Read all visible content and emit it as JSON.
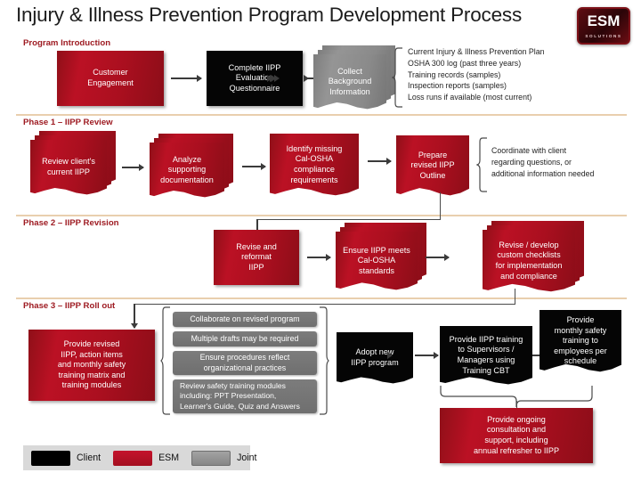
{
  "title": "Injury & Illness Prevention Program Development Process",
  "logo": {
    "name": "ESM",
    "tagline": "SOLUTIONS"
  },
  "phases": [
    {
      "id": "intro",
      "label": "Program Introduction"
    },
    {
      "id": "phase1",
      "label": "Phase 1 – IIPP Review"
    },
    {
      "id": "phase2",
      "label": "Phase 2 – IIPP Revision"
    },
    {
      "id": "phase3",
      "label": "Phase 3 – IIPP Roll out"
    }
  ],
  "intro": {
    "nodes": [
      {
        "id": "customer-engagement",
        "text": "Customer\nEngagement",
        "owner": "ESM"
      },
      {
        "id": "complete-iipp-eval",
        "text": "Complete IIPP\nEvaluation\nQuestionnaire",
        "owner": "Client"
      },
      {
        "id": "collect-background",
        "text": "Collect\nBackground\nInformation",
        "owner": "Joint"
      }
    ],
    "documents": [
      "Current Injury & Illness Prevention Plan",
      "OSHA 300 log (past three years)",
      "Training records (samples)",
      "Inspection reports (samples)",
      "Loss runs if available (most current)"
    ]
  },
  "phase1": {
    "nodes": [
      {
        "id": "review-current-iipp",
        "text": "Review client's\ncurrent IIPP",
        "owner": "ESM"
      },
      {
        "id": "analyze-supporting",
        "text": "Analyze\nsupporting\ndocumentation",
        "owner": "ESM"
      },
      {
        "id": "identify-missing",
        "text": "Identify missing\nCal-OSHA\ncompliance\nrequirements",
        "owner": "ESM"
      },
      {
        "id": "prepare-revised-iipp",
        "text": "Prepare\nrevised IIPP\nOutline",
        "owner": "ESM"
      }
    ],
    "note": [
      "Coordinate with client",
      "regarding questions, or",
      "additional information needed"
    ]
  },
  "phase2": {
    "nodes": [
      {
        "id": "revise-reformat",
        "text": "Revise and\nreformat\nIIPP",
        "owner": "ESM"
      },
      {
        "id": "ensure-iipp-meets",
        "text": "Ensure IIPP meets\nCal-OSHA\nstandards",
        "owner": "ESM"
      },
      {
        "id": "revise-checklists",
        "text": "Revise / develop\ncustom checklists\nfor implementation\nand compliance",
        "owner": "ESM"
      }
    ]
  },
  "phase3": {
    "nodes": [
      {
        "id": "provide-revised-iipp",
        "text": "Provide revised\nIIPP, action items\nand monthly safety\ntraining matrix and\ntraining modules",
        "owner": "ESM"
      },
      {
        "id": "adopt-new-iipp",
        "text": "Adopt  new\nIIPP program",
        "owner": "Client"
      },
      {
        "id": "provide-iipp-training",
        "text": "Provide IIPP training\nto Supervisors /\nManagers using\nTraining CBT",
        "owner": "Client"
      },
      {
        "id": "provide-monthly",
        "text": "Provide\nmonthly safety\ntraining to\nemployees per\nschedule",
        "owner": "Client"
      },
      {
        "id": "provide-ongoing",
        "text": "Provide ongoing\nconsultation and\nsupport, including\nannual refresher to IIPP",
        "owner": "ESM"
      }
    ],
    "joint_items": [
      "Collaborate on revised program",
      "Multiple drafts may be required",
      "Ensure procedures reflect\norganizational practices",
      "Review safety training  modules\nincluding: PPT Presentation,\nLearner's Guide, Quiz and Answers"
    ]
  },
  "legend": {
    "items": [
      {
        "key": "client",
        "label": "Client",
        "color": "#000000"
      },
      {
        "key": "esm",
        "label": "ESM",
        "color": "#b01024"
      },
      {
        "key": "joint",
        "label": "Joint",
        "color": "#8a8a8a"
      }
    ]
  },
  "colors": {
    "red": "#b01024",
    "black": "#050505",
    "gray": "#8a8a8a",
    "phase_label": "#9e1b22",
    "rule": "#e9cfae",
    "legend_bg": "#d9d9d9"
  }
}
